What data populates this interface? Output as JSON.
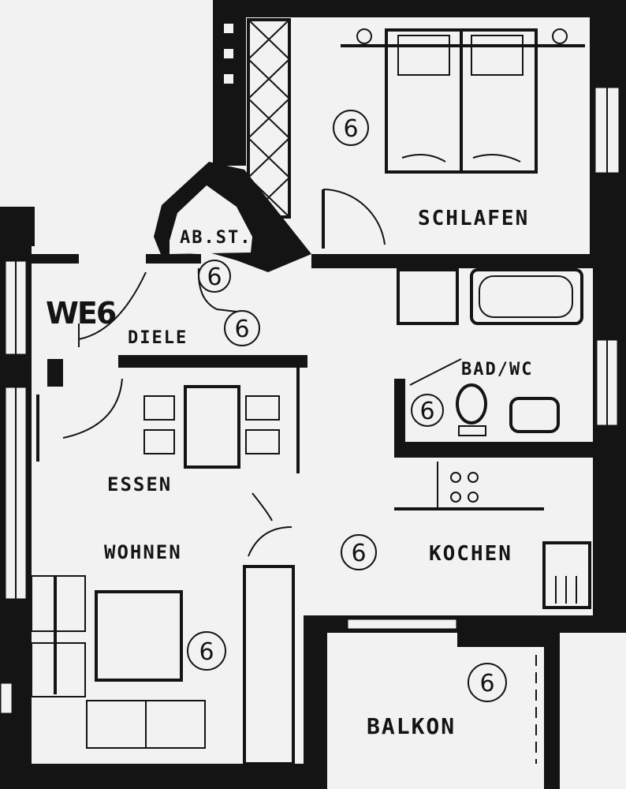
{
  "unit": {
    "label": "WE6"
  },
  "rooms": {
    "schlafen": {
      "label": "SCHLAFEN",
      "number": "6"
    },
    "abstell": {
      "label": "AB.ST.",
      "number": "6"
    },
    "diele": {
      "label": "DIELE",
      "number": "6"
    },
    "bad": {
      "label": "BAD/WC",
      "number": "6"
    },
    "essen": {
      "label": "ESSEN"
    },
    "wohnen": {
      "label": "WOHNEN",
      "number": "6"
    },
    "kochen": {
      "label": "KOCHEN",
      "number": "6"
    },
    "balkon": {
      "label": "BALKON",
      "number": "6"
    }
  },
  "colors": {
    "ink": "#141414",
    "paper": "#f2f2f2"
  }
}
